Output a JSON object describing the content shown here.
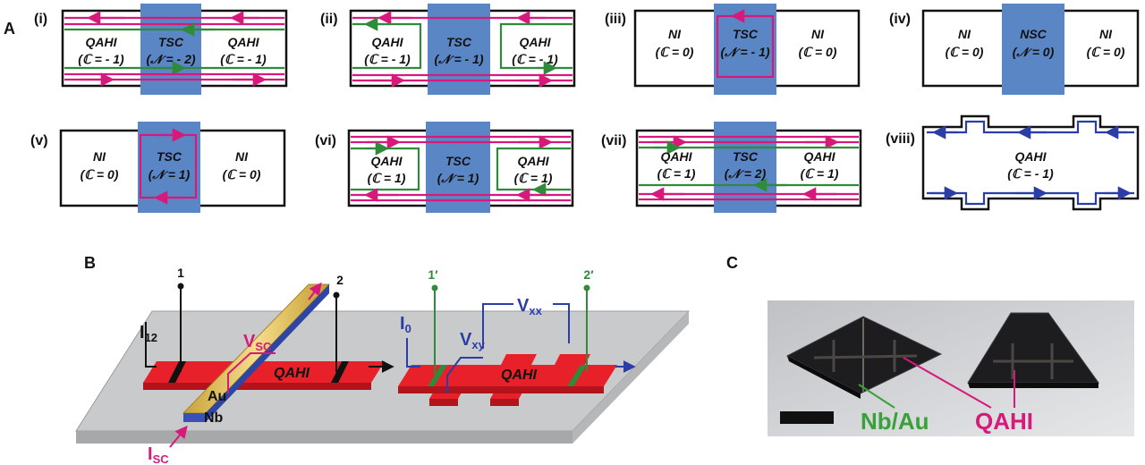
{
  "panel_labels": {
    "a": "A",
    "b": "B",
    "c": "C"
  },
  "panels": [
    {
      "roman": "(i)",
      "left_name": "QAHI",
      "left_val": "(ℂ = - 1)",
      "center_name": "TSC",
      "center_val": "(𝒩 = - 2)",
      "right_name": "QAHI",
      "right_val": "(ℂ = - 1)"
    },
    {
      "roman": "(ii)",
      "left_name": "QAHI",
      "left_val": "(ℂ = - 1)",
      "center_name": "TSC",
      "center_val": "(𝒩 = - 1)",
      "right_name": "QAHI",
      "right_val": "(ℂ = - 1)"
    },
    {
      "roman": "(iii)",
      "left_name": "NI",
      "left_val": "(ℂ = 0)",
      "center_name": "TSC",
      "center_val": "(𝒩 = - 1)",
      "right_name": "NI",
      "right_val": "(ℂ = 0)"
    },
    {
      "roman": "(iv)",
      "left_name": "NI",
      "left_val": "(ℂ = 0)",
      "center_name": "NSC",
      "center_val": "(𝒩 = 0)",
      "right_name": "NI",
      "right_val": "(ℂ = 0)"
    },
    {
      "roman": "(v)",
      "left_name": "NI",
      "left_val": "(ℂ = 0)",
      "center_name": "TSC",
      "center_val": "(𝒩 = 1)",
      "right_name": "NI",
      "right_val": "(ℂ = 0)"
    },
    {
      "roman": "(vi)",
      "left_name": "QAHI",
      "left_val": "(ℂ = 1)",
      "center_name": "TSC",
      "center_val": "(𝒩 = 1)",
      "right_name": "QAHI",
      "right_val": "(ℂ = 1)"
    },
    {
      "roman": "(vii)",
      "left_name": "QAHI",
      "left_val": "(ℂ = 1)",
      "center_name": "TSC",
      "center_val": "(𝒩 = 2)",
      "right_name": "QAHI",
      "right_val": "(ℂ = 1)"
    },
    {
      "roman": "(viii)",
      "center_name": "QAHI",
      "center_val": "(ℂ = - 1)"
    }
  ],
  "device_b": {
    "terminal_1": "1",
    "terminal_2": "2",
    "terminal_1p": "1′",
    "terminal_2p": "2′",
    "i12": "I",
    "i12_sub": "12",
    "vsc": "V",
    "vsc_sub": "SC",
    "isc": "I",
    "isc_sub": "SC",
    "au": "Au",
    "nb": "Nb",
    "qahi_left": "QAHI",
    "qahi_right": "QAHI",
    "i0": "I",
    "i0_sub": "0",
    "vxy": "V",
    "vxy_sub": "xy",
    "vxx": "V",
    "vxx_sub": "xx"
  },
  "photo_c": {
    "nbau": "Nb/Au",
    "qahi": "QAHI"
  },
  "colors": {
    "magenta": "#d6197a",
    "green": "#2e8b3a",
    "blue": "#2b3ea8",
    "tsc_blue": "#5b86c6",
    "device_red": "#e8202a"
  }
}
